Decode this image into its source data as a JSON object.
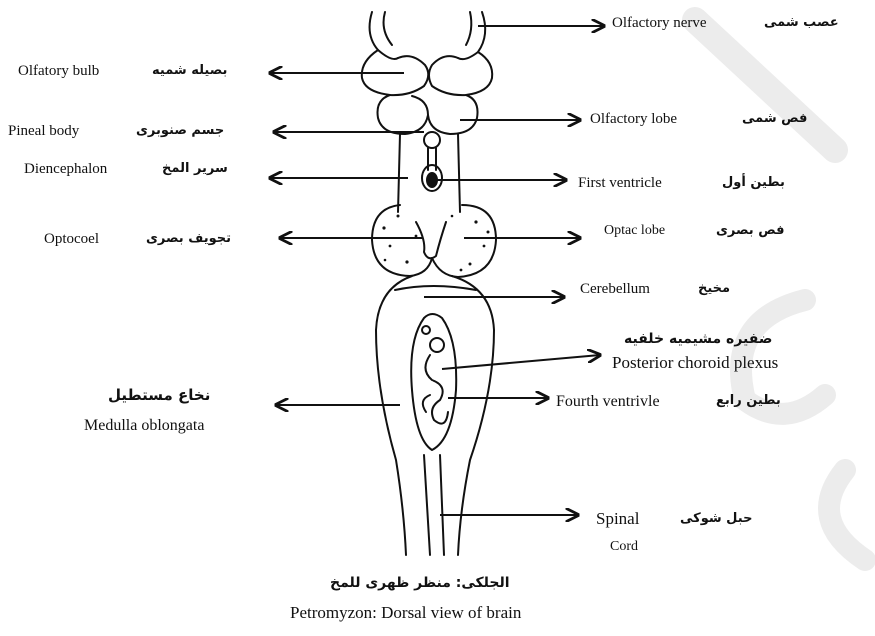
{
  "labels": {
    "olfactory_nerve": {
      "en": "Olfactory nerve",
      "ar": "عصب شمى"
    },
    "olfatory_bulb": {
      "en": "Olfatory bulb",
      "ar": "بصيله شميه"
    },
    "olfactory_lobe": {
      "en": "Olfactory lobe",
      "ar": "فص شمى"
    },
    "pineal_body": {
      "en": "Pineal body",
      "ar": "جسم صنوبرى"
    },
    "diencephalon": {
      "en": "Diencephalon",
      "ar": "سرير المخ"
    },
    "first_ventricle": {
      "en": "First ventricle",
      "ar": "بطين أول"
    },
    "optocoel": {
      "en": "Optocoel",
      "ar": "تجويف بصرى"
    },
    "optac_lobe": {
      "en": "Optac lobe",
      "ar": "فص بصرى"
    },
    "cerebellum": {
      "en": "Cerebellum",
      "ar": "مخيخ"
    },
    "posterior_choroid_plexus": {
      "en": "Posterior choroid plexus",
      "ar": "ضفيره مشيميه خلفيه"
    },
    "medulla_oblongata": {
      "en": "Medulla oblongata",
      "ar": "نخاع مستطيل"
    },
    "fourth_ventricle": {
      "en": "Fourth ventrivle",
      "ar": "بطين رابع"
    },
    "spinal_cord": {
      "en_1": "Spinal",
      "en_2": "Cord",
      "ar": "حبل شوكى"
    }
  },
  "caption": {
    "ar": "الجلكى: منظر ظهرى للمخ",
    "en": "Petromyzon: Dorsal view of brain"
  },
  "colors": {
    "ink": "#111111",
    "watermark": "#e9e9e9"
  }
}
